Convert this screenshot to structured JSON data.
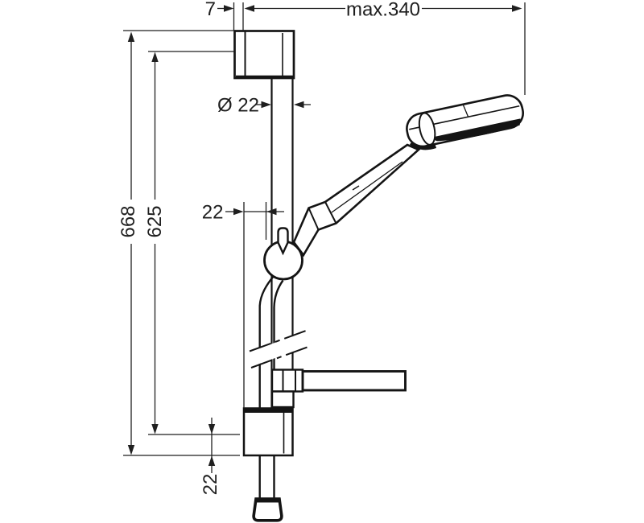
{
  "drawing": {
    "type": "technical-dimension-drawing",
    "subject": "Wall-mounted shower slide bar set with hand shower, hose, soap dish and wall brackets",
    "background_color": "#ffffff",
    "object_line_color": "#141414",
    "dimension_line_color": "#1f1f1f"
  },
  "dimensions": {
    "top_wall_offset": "7",
    "max_reach": "max.340",
    "bar_diameter": "Ø 22",
    "mid_offset": "22",
    "overall_height": "668",
    "bar_height": "625",
    "bottom_offset": "22"
  }
}
